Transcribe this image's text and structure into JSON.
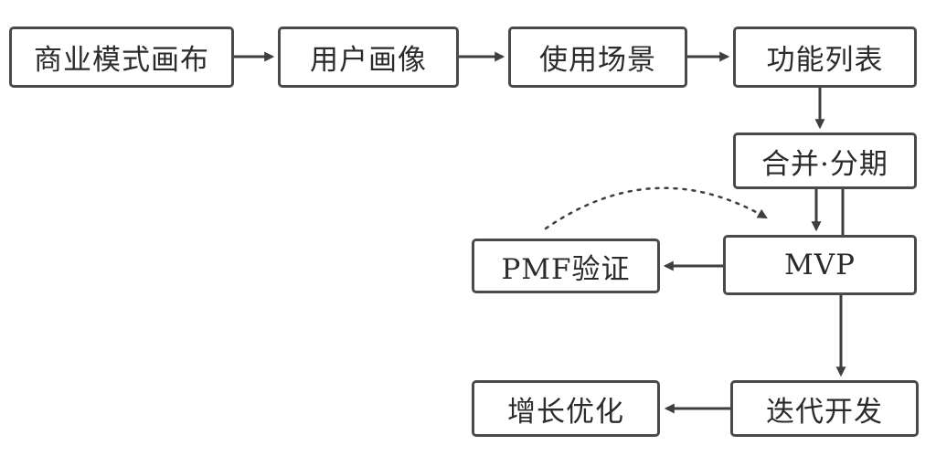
{
  "diagram": {
    "type": "flowchart",
    "colors": {
      "box_border": "#4a4a4a",
      "arrow": "#3f3f3f",
      "text": "#2b2b2b",
      "background": "#ffffff"
    },
    "nodes": [
      {
        "id": "business-model-canvas",
        "label": "商业模式画布"
      },
      {
        "id": "user-persona",
        "label": "用户画像"
      },
      {
        "id": "usage-scenarios",
        "label": "使用场景"
      },
      {
        "id": "feature-list",
        "label": "功能列表"
      },
      {
        "id": "merge-phase",
        "label": "合并·分期"
      },
      {
        "id": "mvp",
        "label": "MVP"
      },
      {
        "id": "pmf-validation",
        "label": "PMF验证"
      },
      {
        "id": "iterative-development",
        "label": "迭代开发"
      },
      {
        "id": "growth-optimization",
        "label": "增长优化"
      }
    ],
    "edges": [
      {
        "from": "business-model-canvas",
        "to": "user-persona",
        "style": "solid"
      },
      {
        "from": "user-persona",
        "to": "usage-scenarios",
        "style": "solid"
      },
      {
        "from": "usage-scenarios",
        "to": "feature-list",
        "style": "solid"
      },
      {
        "from": "feature-list",
        "to": "merge-phase",
        "style": "solid"
      },
      {
        "from": "merge-phase",
        "to": "mvp",
        "style": "solid"
      },
      {
        "from": "mvp",
        "to": "pmf-validation",
        "style": "solid"
      },
      {
        "from": "pmf-validation",
        "to": "mvp",
        "style": "dotted"
      },
      {
        "from": "mvp",
        "to": "iterative-development",
        "style": "solid"
      },
      {
        "from": "iterative-development",
        "to": "growth-optimization",
        "style": "solid"
      }
    ]
  }
}
